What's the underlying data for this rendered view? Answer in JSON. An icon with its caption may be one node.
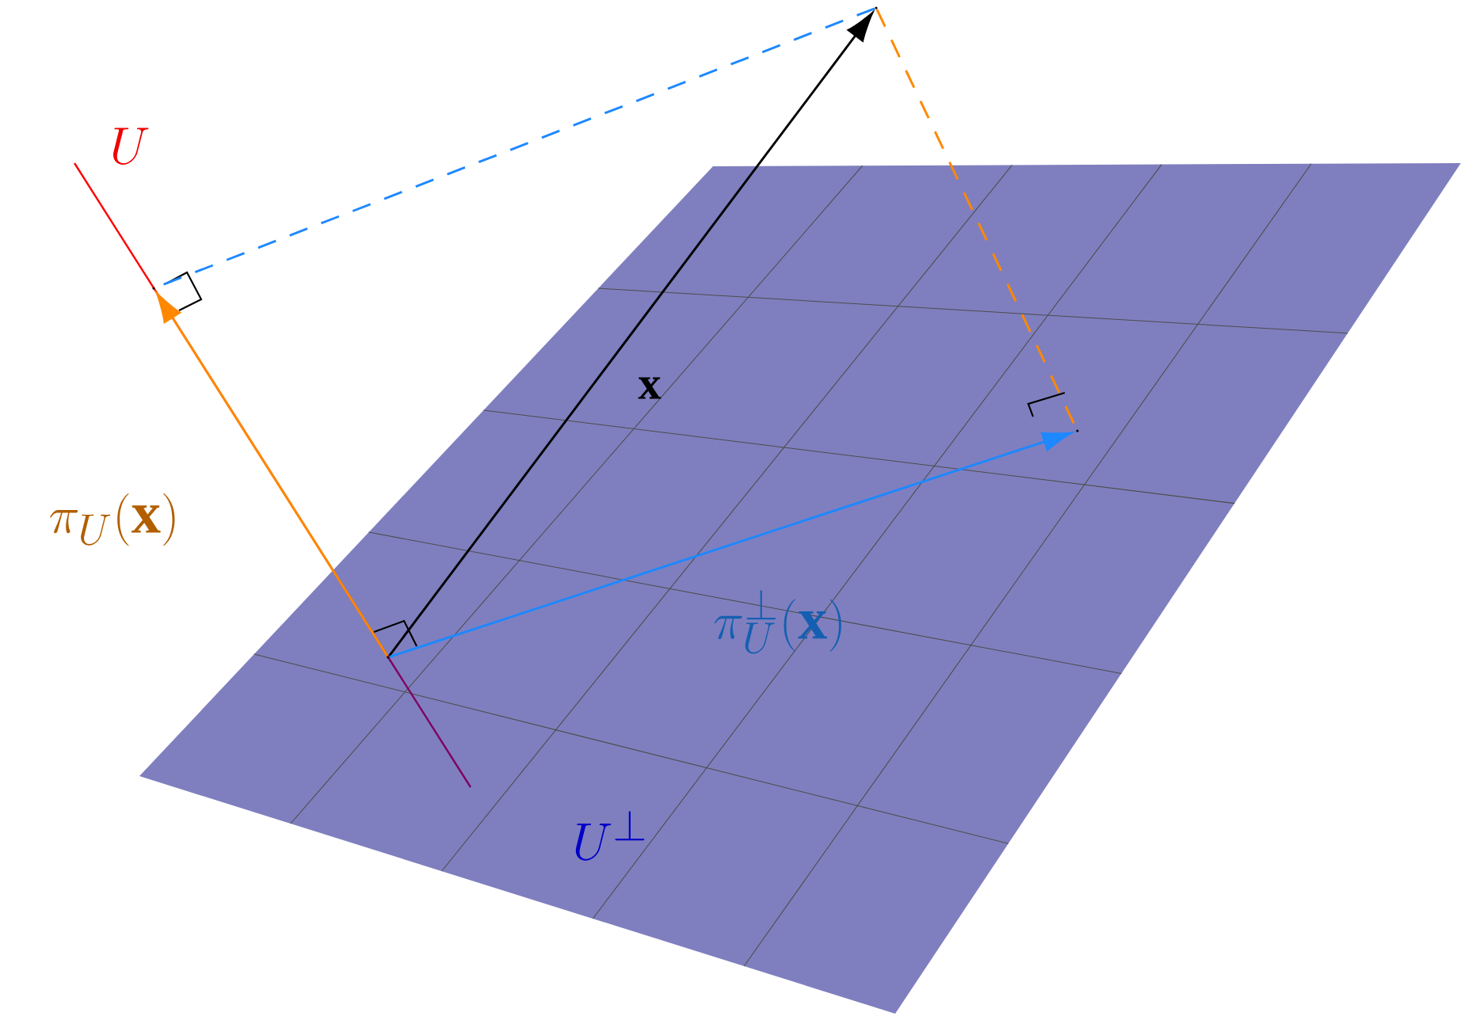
{
  "diagram": {
    "nodes": [
      {
        "text": [],
        "shape": "point"
      },
      {
        "text": [],
        "shape": "point"
      },
      {
        "text": [],
        "shape": "point"
      },
      {
        "text": [],
        "shape": "point"
      }
    ],
    "edges": [
      {
        "from": 0,
        "to": 1,
        "arrow": "to",
        "label": "\\mathbf{x}",
        "color": "#000000"
      },
      {
        "from": 0,
        "to": 2,
        "arrow": "to",
        "label": "\\pi_{U}(\\mathbf{x})",
        "color": "#ff8800"
      },
      {
        "from": 0,
        "to": 3,
        "arrow": "to",
        "label": "\\pi^{\\perp}_{U}(\\mathbf{x})",
        "color": "#1e88ff"
      },
      {
        "from": 1,
        "to": 2,
        "arrow": "none",
        "style": "dashed",
        "color": "#1e88ff"
      },
      {
        "from": 1,
        "to": 3,
        "arrow": "none",
        "style": "dashed",
        "color": "#ff8800"
      }
    ],
    "labels": [
      "U",
      "U^{\\perp}"
    ]
  }
}
